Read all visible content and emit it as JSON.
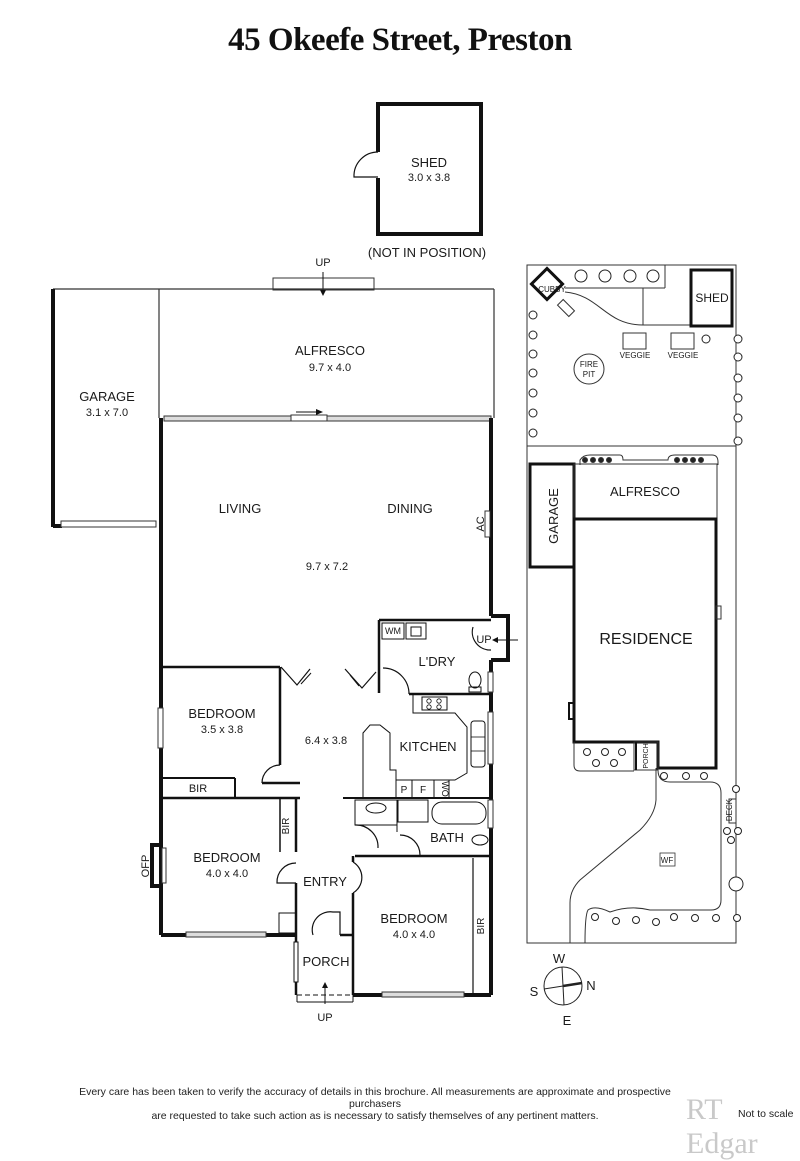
{
  "title": "45 Okeefe Street, Preston",
  "floorplan": {
    "shed": {
      "name": "SHED",
      "dims": "3.0 x 3.8",
      "note": "(NOT IN POSITION)"
    },
    "alfresco": {
      "name": "ALFRESCO",
      "dims": "9.7 x 4.0",
      "entry_label": "UP"
    },
    "garage": {
      "name": "GARAGE",
      "dims": "3.1 x 7.0"
    },
    "living": {
      "name": "LIVING"
    },
    "dining": {
      "name": "DINING"
    },
    "living_dining_dims": "9.7 x 7.2",
    "ac": "AC",
    "laundry": {
      "name": "L'DRY",
      "wm": "WM",
      "entry_label": "UP"
    },
    "bedroom1": {
      "name": "BEDROOM",
      "dims": "3.5 x 3.8",
      "bir": "BIR"
    },
    "hall_dims": "6.4 x 3.8",
    "kitchen": {
      "name": "KITCHEN",
      "pantry": "P",
      "fridge": "F",
      "wo": "WO"
    },
    "bath": {
      "name": "BATH"
    },
    "bedroom2": {
      "name": "BEDROOM",
      "dims": "4.0 x 4.0",
      "bir": "BIR",
      "ofp": "OFP"
    },
    "entry": {
      "name": "ENTRY"
    },
    "bedroom3": {
      "name": "BEDROOM",
      "dims": "4.0 x 4.0",
      "bir": "BIR"
    },
    "porch": {
      "name": "PORCH",
      "entry_label": "UP"
    }
  },
  "siteplan": {
    "cubby": "CUBBY",
    "shed": "SHED",
    "veggie1": "VEGGIE",
    "veggie2": "VEGGIE",
    "firepit_line1": "FIRE",
    "firepit_line2": "PIT",
    "garage": "GARAGE",
    "alfresco": "ALFRESCO",
    "residence": "RESIDENCE",
    "porch": "PORCH",
    "deck": "DECK",
    "wf": "WF"
  },
  "compass": {
    "north": "N",
    "south": "S",
    "east": "E",
    "west": "W"
  },
  "footer": {
    "disclaimer_line1": "Every care has been taken to verify the accuracy of details in this brochure.  All measurements are approximate and prospective purchasers",
    "disclaimer_line2": "are requested to take such action as is necessary to satisfy themselves of any pertinent matters.",
    "logo": "RT Edgar",
    "scale_note": "Not to scale"
  }
}
